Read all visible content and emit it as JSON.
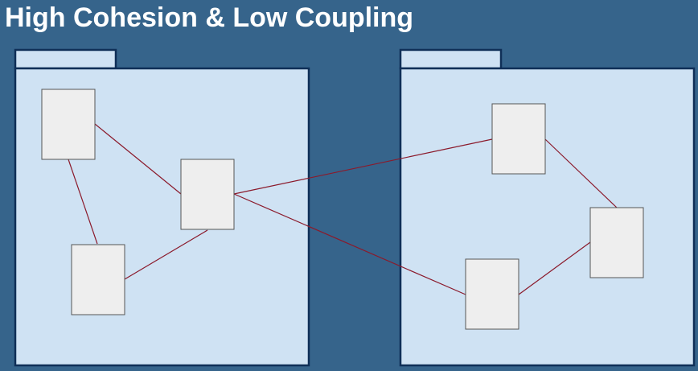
{
  "title": "High Cohesion & Low Coupling",
  "colors": {
    "background": "#36648b",
    "package_fill": "#cfe2f3",
    "package_border": "#0f2f57",
    "class_fill": "#eeeeee",
    "class_border": "#555555",
    "connector": "#8b1a2b"
  },
  "packages": [
    {
      "id": "package-left",
      "classes": [
        "left-class-a",
        "left-class-b",
        "left-class-c"
      ]
    },
    {
      "id": "package-right",
      "classes": [
        "right-class-a",
        "right-class-b",
        "right-class-c"
      ]
    }
  ],
  "connections": [
    {
      "from": "left-class-a",
      "to": "left-class-b",
      "kind": "cohesion"
    },
    {
      "from": "left-class-a",
      "to": "left-class-c",
      "kind": "cohesion"
    },
    {
      "from": "left-class-c",
      "to": "left-class-b",
      "kind": "cohesion"
    },
    {
      "from": "right-class-a",
      "to": "right-class-b",
      "kind": "cohesion"
    },
    {
      "from": "right-class-c",
      "to": "right-class-b",
      "kind": "cohesion"
    },
    {
      "from": "left-class-b",
      "to": "right-class-a",
      "kind": "coupling"
    },
    {
      "from": "left-class-b",
      "to": "right-class-c",
      "kind": "coupling"
    }
  ]
}
